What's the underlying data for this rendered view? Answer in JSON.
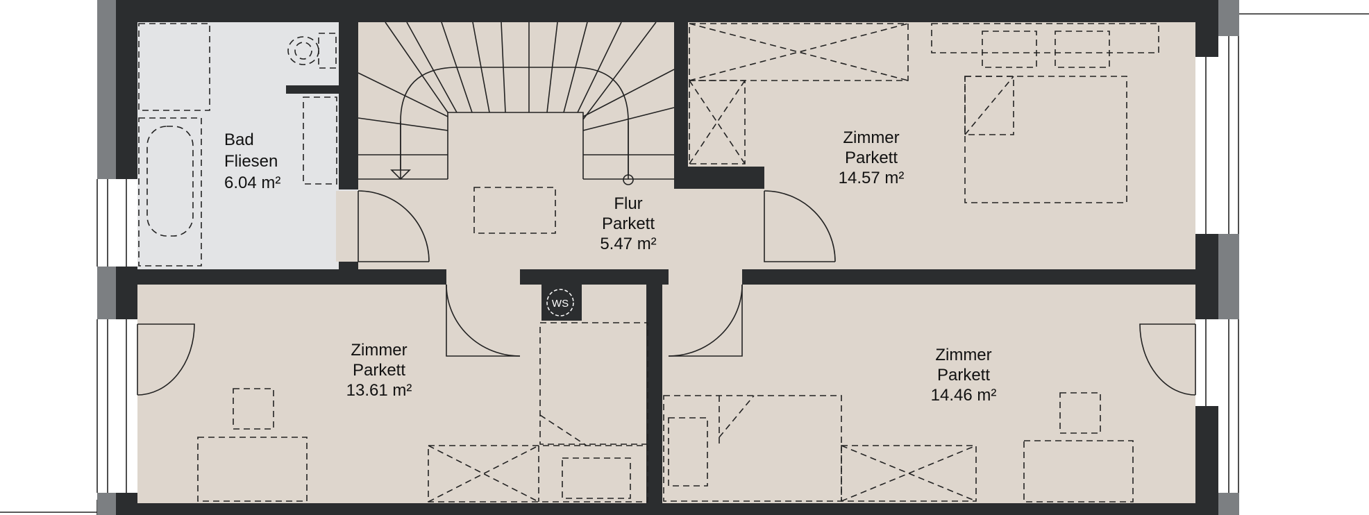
{
  "plan": {
    "rooms": [
      {
        "id": "bad",
        "name": "Bad",
        "floor": "Fliesen",
        "area": "6.04 m²"
      },
      {
        "id": "flur",
        "name": "Flur",
        "floor": "Parkett",
        "area": "5.47 m²"
      },
      {
        "id": "zimmer1",
        "name": "Zimmer",
        "floor": "Parkett",
        "area": "14.57 m²"
      },
      {
        "id": "zimmer2",
        "name": "Zimmer",
        "floor": "Parkett",
        "area": "13.61 m²"
      },
      {
        "id": "zimmer3",
        "name": "Zimmer",
        "floor": "Parkett",
        "area": "14.46 m²"
      }
    ],
    "symbols": {
      "washer": "WS"
    },
    "colors": {
      "wall": "#2b2d2f",
      "floor_parkett": "#ded6cd",
      "floor_fliesen": "#e3e4e6",
      "window": "#7c7f82",
      "stroke": "#222222"
    }
  }
}
